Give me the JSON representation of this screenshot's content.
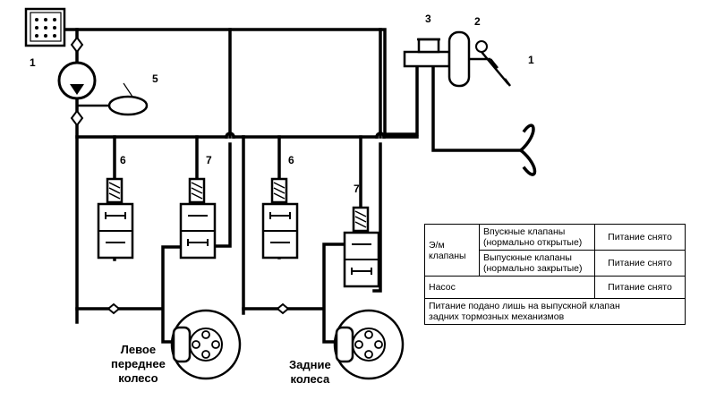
{
  "callouts": {
    "c1_left": "1",
    "c1_right": "1",
    "c2": "2",
    "c3": "3",
    "c5": "5",
    "c6_front": "6",
    "c7_front": "7",
    "c6_rear": "6",
    "c7_rear": "7"
  },
  "wheels": {
    "front_left": [
      "Левое",
      "переднее",
      "колесо"
    ],
    "rear": [
      "Задние",
      "колеса"
    ]
  },
  "status_table": {
    "em_valves_label": [
      "Э/м",
      "клапаны"
    ],
    "inlet_label": [
      "Впускные клапаны",
      "(нормально открытые)"
    ],
    "inlet_state": "Питание снято",
    "outlet_label": [
      "Выпускные клапаны",
      "(нормально закрытые)"
    ],
    "outlet_state": "Питание снято",
    "pump_label": "Насос",
    "pump_state": "Питание снято",
    "note": [
      "Питание подано лишь на выпускной клапан",
      "задних тормозных механизмов"
    ]
  }
}
